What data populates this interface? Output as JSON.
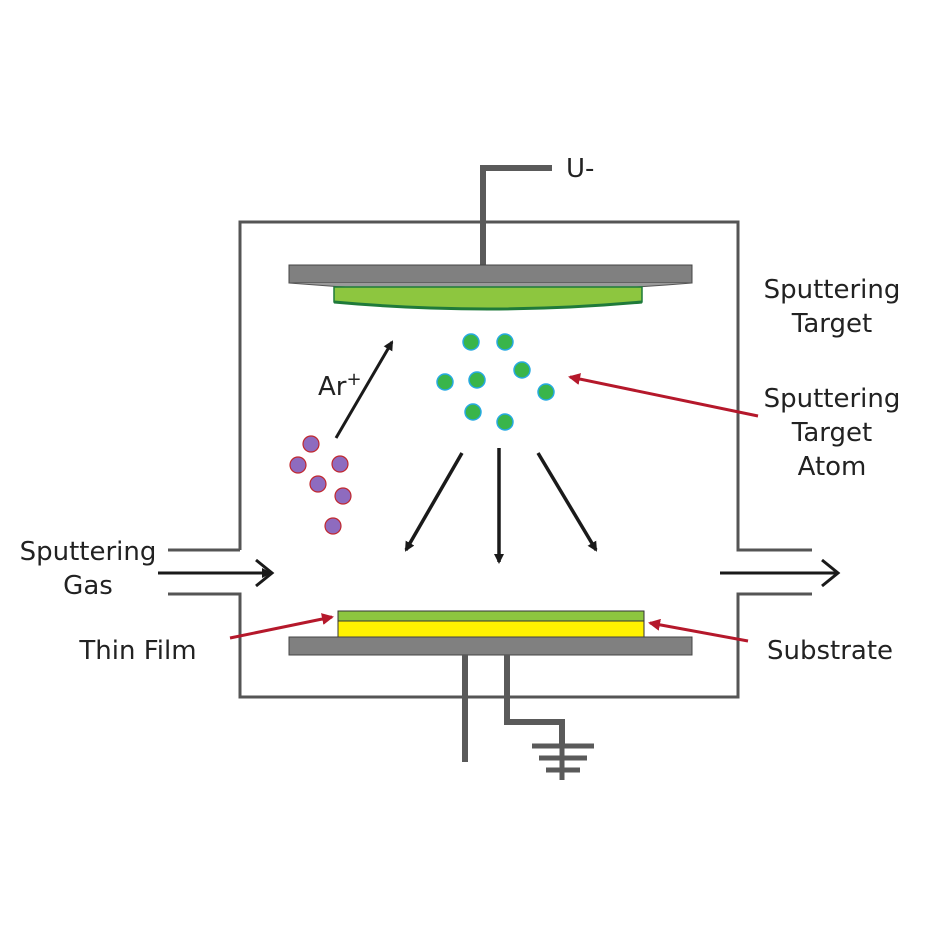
{
  "labels": {
    "voltage": "U-",
    "sputtering_target": [
      "Sputtering",
      "Target"
    ],
    "target_atom": [
      "Sputtering",
      "Target",
      "Atom"
    ],
    "sputtering_gas": [
      "Sputtering",
      "Gas"
    ],
    "thin_film": "Thin Film",
    "substrate": "Substrate",
    "argon_ion": "Ar",
    "argon_charge": "+"
  },
  "colors": {
    "chamber_wall": "#555555",
    "plate_gray": "#808080",
    "target_green": "#8dc63f",
    "target_dark_green": "#1f7a3a",
    "atom_green": "#39b54a",
    "atom_stroke": "#27aae1",
    "ion_purple": "#8e6bbf",
    "ion_stroke": "#c1272d",
    "substrate_yellow": "#fff200",
    "film_green": "#8dc63f",
    "pointer_red": "#b5182b",
    "arrow_black": "#1a1a1a"
  },
  "icons": [
    "ground-icon",
    "gas-inlet-arrow",
    "gas-outlet-arrow"
  ]
}
